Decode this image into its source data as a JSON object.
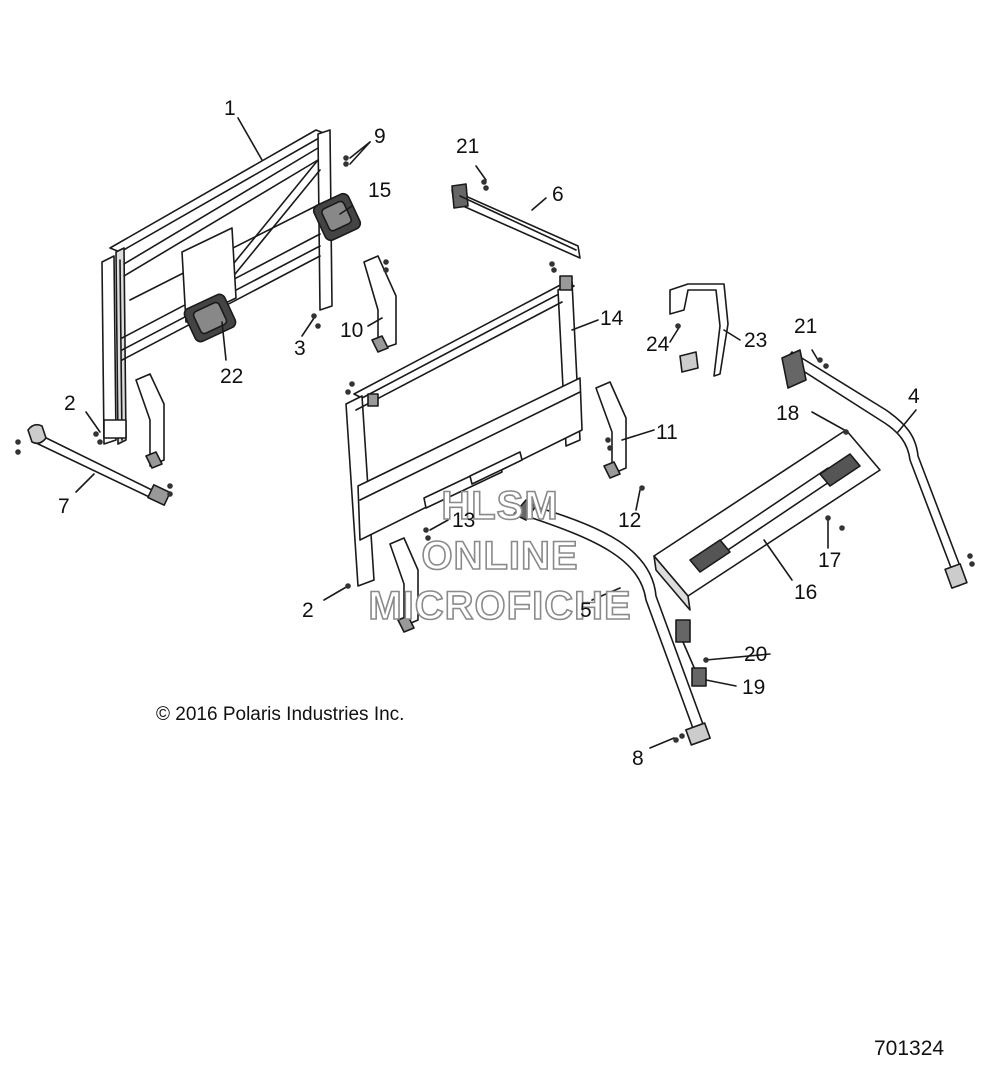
{
  "callouts": [
    {
      "id": "1",
      "label": "1"
    },
    {
      "id": "2a",
      "label": "2"
    },
    {
      "id": "2b",
      "label": "2"
    },
    {
      "id": "3",
      "label": "3"
    },
    {
      "id": "4",
      "label": "4"
    },
    {
      "id": "5",
      "label": "5"
    },
    {
      "id": "6",
      "label": "6"
    },
    {
      "id": "7",
      "label": "7"
    },
    {
      "id": "8",
      "label": "8"
    },
    {
      "id": "9",
      "label": "9"
    },
    {
      "id": "10",
      "label": "10"
    },
    {
      "id": "11",
      "label": "11"
    },
    {
      "id": "12",
      "label": "12"
    },
    {
      "id": "13",
      "label": "13"
    },
    {
      "id": "14",
      "label": "14"
    },
    {
      "id": "15",
      "label": "15"
    },
    {
      "id": "16",
      "label": "16"
    },
    {
      "id": "17",
      "label": "17"
    },
    {
      "id": "18",
      "label": "18"
    },
    {
      "id": "19",
      "label": "19"
    },
    {
      "id": "20",
      "label": "20"
    },
    {
      "id": "21a",
      "label": "21"
    },
    {
      "id": "21b",
      "label": "21"
    },
    {
      "id": "22",
      "label": "22"
    },
    {
      "id": "23",
      "label": "23"
    },
    {
      "id": "24",
      "label": "24"
    }
  ],
  "copyright": "© 2016 Polaris Industries Inc.",
  "figure_number": "701324",
  "watermark": {
    "line1": "HLSM",
    "line2": "ONLINE",
    "line3": "MICROFICHE"
  }
}
